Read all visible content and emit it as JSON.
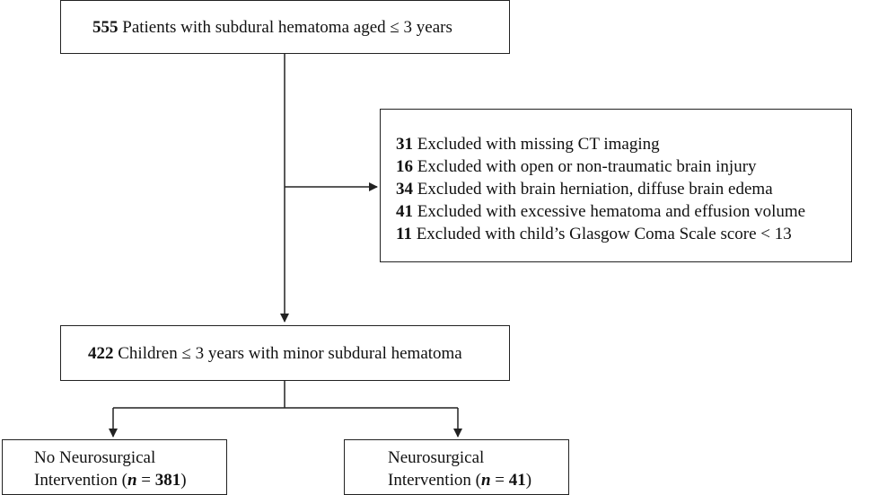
{
  "top_box": {
    "count": "555",
    "text": " Patients with subdural hematoma aged ≤ 3 years"
  },
  "exclusion_box": {
    "items": [
      {
        "count": "31",
        "text": " Excluded with missing CT imaging"
      },
      {
        "count": "16",
        "text": " Excluded with open or non-traumatic brain injury"
      },
      {
        "count": "34",
        "text": " Excluded with brain herniation, diffuse brain edema"
      },
      {
        "count": "41",
        "text": " Excluded with excessive hematoma and effusion volume"
      },
      {
        "count": "11",
        "text": " Excluded with child’s Glasgow Coma Scale  score < 13"
      }
    ]
  },
  "middle_box": {
    "count": "422",
    "text": " Children ≤ 3 years with minor subdural hematoma"
  },
  "left_box": {
    "line1": "No Neurosurgical",
    "line2_pre": "Intervention (",
    "n_label": "n",
    "equals": " = ",
    "count": "381",
    "line2_post": ")"
  },
  "right_box": {
    "line1": "Neurosurgical",
    "line2_pre": "Intervention (",
    "n_label": "n",
    "equals": " = ",
    "count": "41",
    "line2_post": ")"
  }
}
